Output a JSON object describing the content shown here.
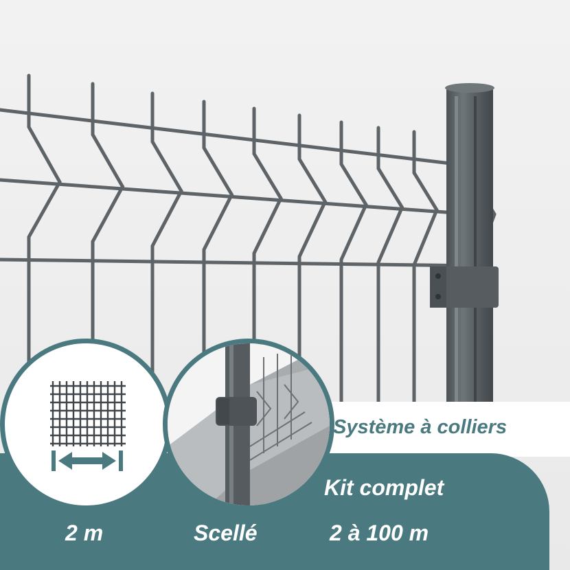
{
  "colors": {
    "background": "#ededed",
    "fence": "#5b6164",
    "fence_light": "#7d8488",
    "teal": "#4a7a80",
    "white": "#ffffff"
  },
  "badges": {
    "system": "Système à colliers",
    "kit": "Kit complet",
    "length": "2 m",
    "install": "Scellé",
    "range": "2 à 100 m"
  },
  "icons": {
    "panel": "fence-panel-icon",
    "width": "double-arrow-icon",
    "installation": "sealed-post-photo"
  }
}
